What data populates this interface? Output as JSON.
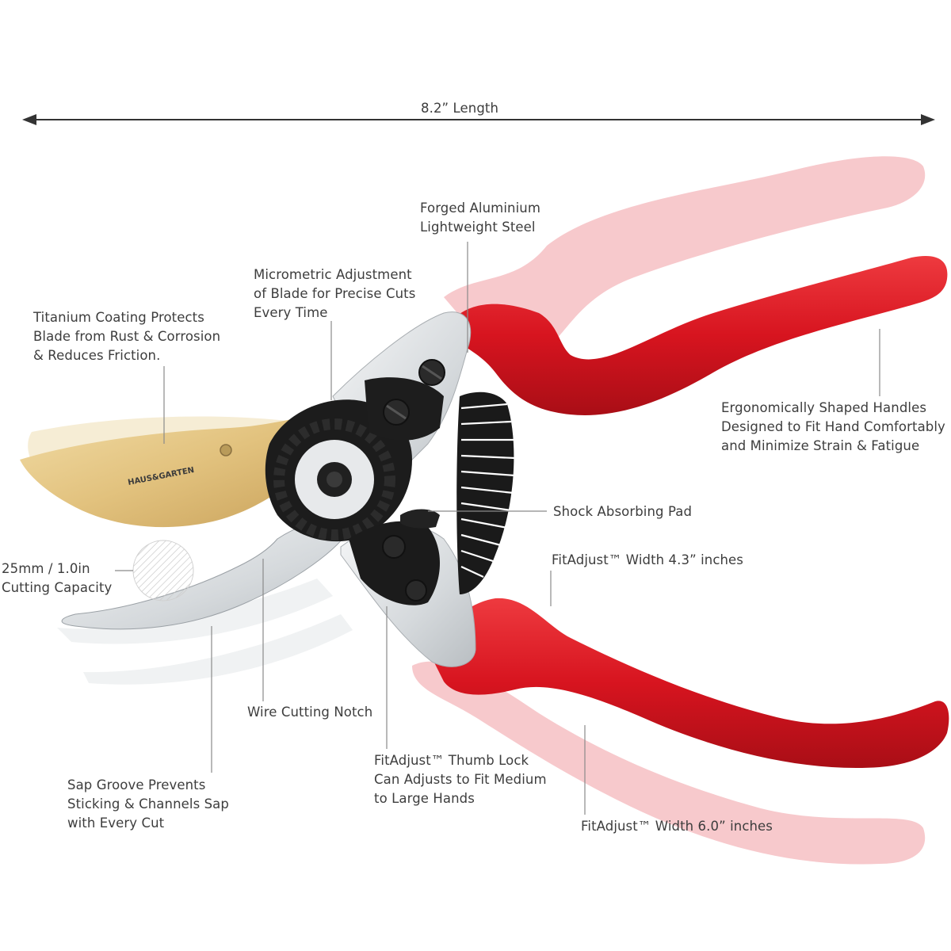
{
  "dimension": {
    "length_label": "8.2” Length"
  },
  "brand": {
    "blade_text": "HAUS&GARTEN"
  },
  "callouts": {
    "titanium": "Titanium Coating Protects\nBlade from Rust & Corrosion\n& Reduces Friction.",
    "micrometric": "Micrometric Adjustment\nof Blade for Precise Cuts\nEvery Time",
    "forged": "Forged Aluminium\nLightweight Steel",
    "ergonomic": "Ergonomically Shaped Handles\nDesigned to Fit Hand Comfortably\nand Minimize Strain & Fatigue",
    "shock": "Shock Absorbing Pad",
    "capacity": "25mm / 1.0in\nCutting Capacity",
    "fitadjust_43": "FitAdjust™ Width 4.3”  inches",
    "wire_notch": "Wire Cutting Notch",
    "thumb_lock": "FitAdjust™ Thumb Lock\nCan Adjusts to Fit Medium\nto Large Hands",
    "sap_groove": "Sap Groove Prevents\nSticking & Channels Sap\nwith Every Cut",
    "fitadjust_60": "FitAdjust™ Width 6.0” inches"
  },
  "colors": {
    "handle_red": "#d7141f",
    "handle_ghost": "#f3b6bb",
    "blade_gold": "#e2c27e",
    "steel": "#d9dde0",
    "mechanism_dark": "#1a1a1a"
  }
}
